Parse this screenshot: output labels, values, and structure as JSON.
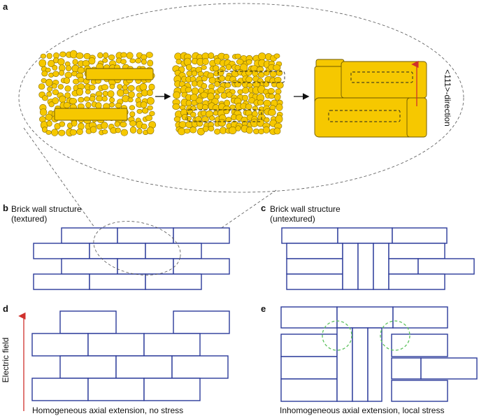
{
  "panels": {
    "a": {
      "letter": "a",
      "direction_label": "<111>-direction"
    },
    "b": {
      "letter": "b",
      "title_line1": "Brick wall structure",
      "title_line2": "(textured)"
    },
    "c": {
      "letter": "c",
      "title_line1": "Brick wall structure",
      "title_line2": "(untextured)"
    },
    "d": {
      "letter": "d",
      "caption": "Homogeneous axial extension, no stress",
      "field_label": "Electric field"
    },
    "e": {
      "letter": "e",
      "caption": "Inhomogeneous axial  extension, local stress"
    }
  },
  "colors": {
    "grain": "#f6c800",
    "brick_outline": "#2b3a9a",
    "field_arrow": "#d0312d",
    "stress_circle": "#5cc15c"
  }
}
